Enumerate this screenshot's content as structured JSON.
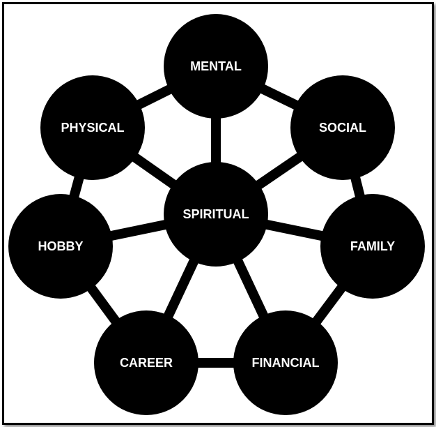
{
  "diagram": {
    "nodes": {
      "mental": "MENTAL",
      "social": "SOCIAL",
      "physical": "PHYSICAL",
      "spiritual": "SPIRITUAL",
      "hobby": "HOBBY",
      "family": "FAMILY",
      "career": "CAREER",
      "financial": "FINANCIAL"
    },
    "colors": {
      "node": "#000000",
      "text": "#ffffff",
      "edge": "#000000"
    }
  }
}
